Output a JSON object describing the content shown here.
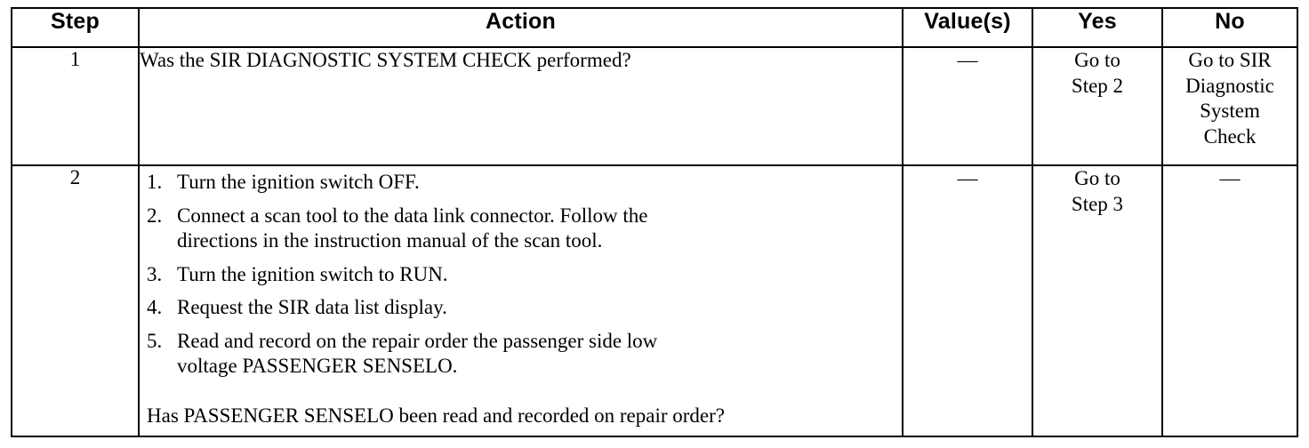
{
  "table": {
    "headers": [
      {
        "key": "step",
        "label": "Step"
      },
      {
        "key": "action",
        "label": "Action"
      },
      {
        "key": "value",
        "label": "Value(s)"
      },
      {
        "key": "yes",
        "label": "Yes"
      },
      {
        "key": "no",
        "label": "No"
      }
    ],
    "rows": [
      {
        "step": "1",
        "action": {
          "question": "Was the SIR DIAGNOSTIC SYSTEM CHECK performed?"
        },
        "value": "—",
        "yes": [
          "Go to",
          "Step 2"
        ],
        "no": [
          "Go to SIR",
          "Diagnostic",
          "System",
          "Check"
        ]
      },
      {
        "step": "2",
        "action": {
          "steps": [
            {
              "line1": "Turn the ignition switch OFF.",
              "line2": ""
            },
            {
              "line1": "Connect a scan tool to the data link connector. Follow the",
              "line2": "directions in the instruction manual of the scan tool."
            },
            {
              "line1": "Turn the ignition switch to RUN.",
              "line2": ""
            },
            {
              "line1": "Request the SIR data list display.",
              "line2": ""
            },
            {
              "line1": "Read and record on the repair order the passenger side low",
              "line2": "voltage PASSENGER SENSELO."
            }
          ],
          "closing_question": "Has PASSENGER SENSELO been read and recorded on repair order?"
        },
        "value": "—",
        "yes": [
          "Go to",
          "Step 3"
        ],
        "no": [
          "—"
        ]
      }
    ]
  },
  "colors": {
    "border": "#000000",
    "text": "#000000",
    "background": "#ffffff"
  }
}
